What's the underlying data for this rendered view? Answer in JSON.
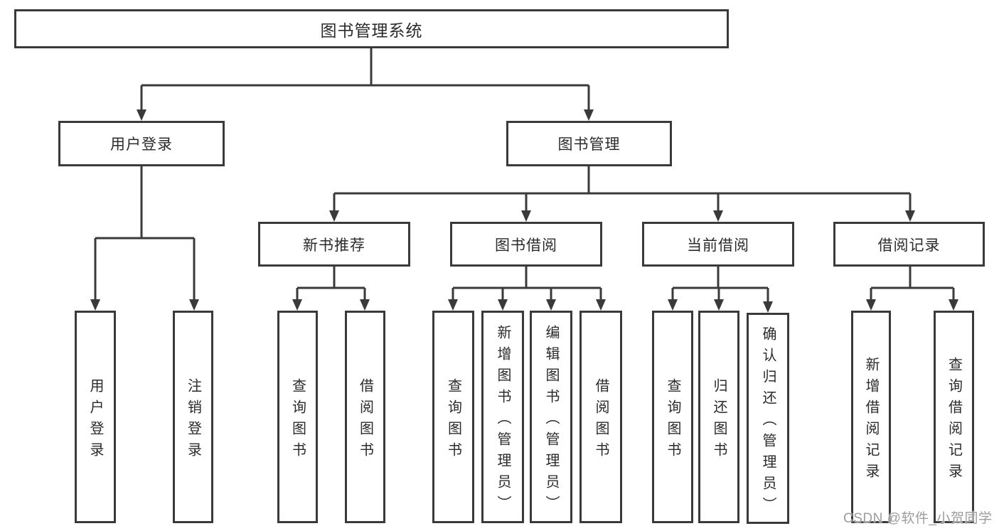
{
  "tree": {
    "root": {
      "label": "图书管理系统"
    },
    "branches": [
      {
        "label": "用户登录",
        "children": [
          {
            "label": "用户登录"
          },
          {
            "label": "注销登录"
          }
        ]
      },
      {
        "label": "图书管理",
        "children": [
          {
            "label": "新书推荐",
            "children": [
              {
                "label": "查询图书"
              },
              {
                "label": "借阅图书"
              }
            ]
          },
          {
            "label": "图书借阅",
            "children": [
              {
                "label": "查询图书"
              },
              {
                "label": "新增图书（管理员）"
              },
              {
                "label": "编辑图书（管理员）"
              },
              {
                "label": "借阅图书"
              }
            ]
          },
          {
            "label": "当前借阅",
            "children": [
              {
                "label": "查询图书"
              },
              {
                "label": "归还图书"
              },
              {
                "label": "确认归还（管理员）"
              }
            ]
          },
          {
            "label": "借阅记录",
            "children": [
              {
                "label": "新增借阅记录"
              },
              {
                "label": "查询借阅记录"
              }
            ]
          }
        ]
      }
    ]
  },
  "watermark": "CSDN @软件_小贺同学",
  "colors": {
    "line": "#3a3a3a",
    "box_border": "#3a3a3a",
    "box_fill": "#ffffff",
    "text": "#2b2b2b",
    "watermark": "#9c9c9c",
    "background": "#ffffff"
  }
}
